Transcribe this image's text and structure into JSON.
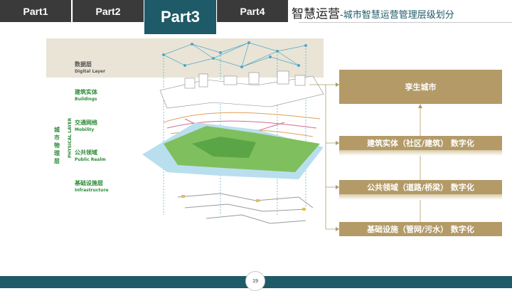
{
  "tabs": [
    {
      "label": "Part1"
    },
    {
      "label": "Part2"
    },
    {
      "label": "Part3"
    },
    {
      "label": "Part4"
    }
  ],
  "title": {
    "main": "智慧运营",
    "sub": "-城市智慧运营管理层级划分"
  },
  "diagram": {
    "digital_layer": {
      "cn": "数据层",
      "en": "Digital Layer"
    },
    "group_label": {
      "cn": "城市物理层",
      "en": "PHYSICAL LAYER"
    },
    "layers": [
      {
        "cn": "建筑实体",
        "en": "Buildings"
      },
      {
        "cn": "交通网络",
        "en": "Mobility"
      },
      {
        "cn": "公共领域",
        "en": "Public Realm"
      },
      {
        "cn": "基础设施层",
        "en": "Infrastructure"
      }
    ]
  },
  "right_panel": {
    "top": "孪生城市",
    "items": [
      "建筑实体（社区/建筑） 数字化",
      "公共领域（道路/桥梁） 数字化",
      "基础设施（管网/污水） 数字化"
    ]
  },
  "footer": {
    "page": "19"
  },
  "colors": {
    "tab_dark": "#3a3a3a",
    "tab_active": "#1e5a67",
    "gold": "#b39a67",
    "teal": "#1e5a67",
    "label_green": "#2e8b3a"
  }
}
